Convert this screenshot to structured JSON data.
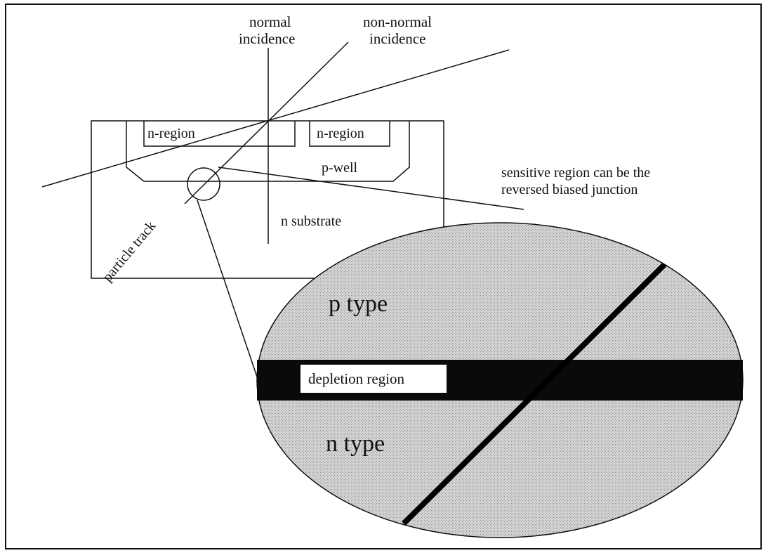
{
  "labels": {
    "normal_incidence_1": "normal",
    "normal_incidence_2": "incidence",
    "non_normal_incidence_1": "non-normal",
    "non_normal_incidence_2": "incidence",
    "n_region_left": "n-region",
    "n_region_right": "n-region",
    "p_well": "p-well",
    "n_substrate": "n substrate",
    "particle_track": "particle track",
    "sensitive_region_1": "sensitive region can be the",
    "sensitive_region_2": "reversed biased junction",
    "p_type": "p type",
    "n_type": "n type",
    "depletion_region": "depletion region"
  },
  "colors": {
    "line": "#111111",
    "stipple_fill": "#d6d6d6",
    "depletion_band": "#0a0a0a",
    "background": "#ffffff"
  }
}
